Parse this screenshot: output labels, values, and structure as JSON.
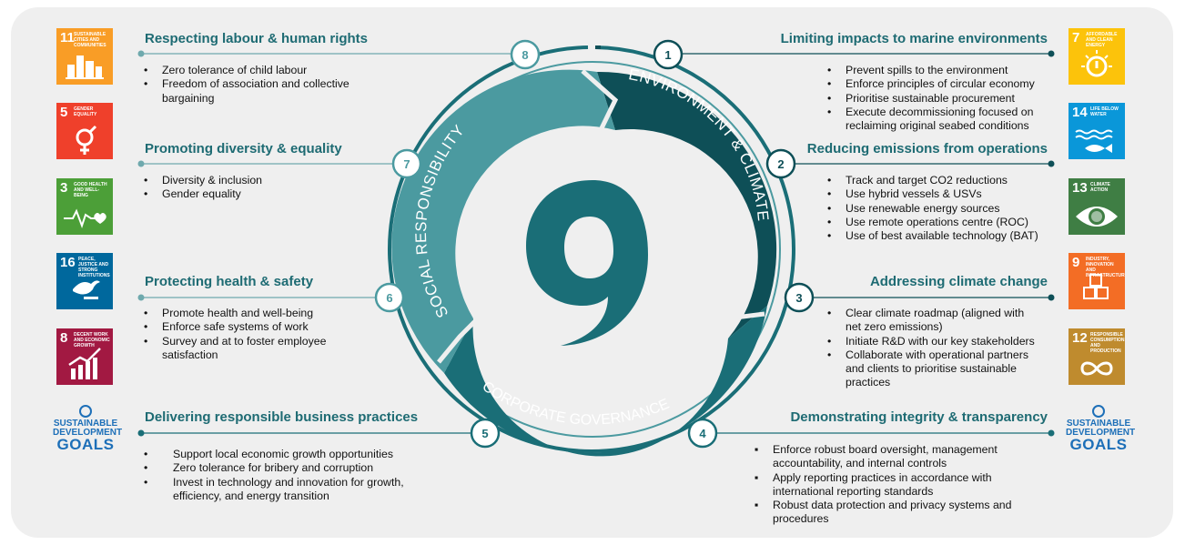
{
  "colors": {
    "teal_dark": "#0e4f57",
    "teal_mid": "#1a6e77",
    "teal_light": "#4b9aa0",
    "accent": "#1e6b73"
  },
  "sdg_left": [
    {
      "num": "11",
      "label": "SUSTAINABLE CITIES AND COMMUNITIES",
      "color": "#f99d26",
      "icon": "city-icon"
    },
    {
      "num": "5",
      "label": "GENDER EQUALITY",
      "color": "#ef402b",
      "icon": "gender-icon"
    },
    {
      "num": "3",
      "label": "GOOD HEALTH AND WELL-BEING",
      "color": "#4c9f38",
      "icon": "heartbeat-icon"
    },
    {
      "num": "16",
      "label": "PEACE, JUSTICE AND STRONG INSTITUTIONS",
      "color": "#00689d",
      "icon": "dove-icon"
    },
    {
      "num": "8",
      "label": "DECENT WORK AND ECONOMIC GROWTH",
      "color": "#a21942",
      "icon": "growth-chart-icon"
    }
  ],
  "sdg_right": [
    {
      "num": "7",
      "label": "AFFORDABLE AND CLEAN ENERGY",
      "color": "#fcc30b",
      "icon": "sun-power-icon"
    },
    {
      "num": "14",
      "label": "LIFE BELOW WATER",
      "color": "#0a97d9",
      "icon": "fish-icon"
    },
    {
      "num": "13",
      "label": "CLIMATE ACTION",
      "color": "#3f7e44",
      "icon": "eye-globe-icon"
    },
    {
      "num": "9",
      "label": "INDUSTRY, INNOVATION AND INFRASTRUCTURE",
      "color": "#f36d25",
      "icon": "cubes-icon"
    },
    {
      "num": "12",
      "label": "RESPONSIBLE CONSUMPTION AND PRODUCTION",
      "color": "#bf8b2e",
      "icon": "infinity-icon"
    }
  ],
  "goals_logo": {
    "line1": "SUSTAINABLE",
    "line2": "DEVELOPMENT",
    "line3": "GOALS"
  },
  "ring": {
    "segments": [
      "ENVIRONMENT & CLIMATE",
      "CORPORATE GOVERNANCE",
      "SOCIAL RESPONSIBILITY"
    ]
  },
  "pillars": [
    {
      "n": "1",
      "title": "Limiting impacts to marine environments",
      "items": [
        "Prevent spills to the environment",
        "Enforce principles of circular economy",
        "Prioritise sustainable procurement",
        "Execute decommissioning focused on reclaiming original seabed conditions"
      ]
    },
    {
      "n": "2",
      "title": "Reducing emissions from operations",
      "items": [
        "Track and target CO2 reductions",
        "Use hybrid vessels & USVs",
        "Use renewable energy sources",
        "Use remote operations centre (ROC)",
        "Use of best available technology (BAT)"
      ]
    },
    {
      "n": "3",
      "title": "Addressing climate change",
      "items": [
        "Clear climate roadmap (aligned with net zero emissions)",
        "Initiate R&D with our key stakeholders",
        "Collaborate with operational partners and clients to prioritise sustainable practices"
      ]
    },
    {
      "n": "4",
      "title": "Demonstrating integrity & transparency",
      "items": [
        "Enforce robust board oversight, management accountability, and internal controls",
        "Apply reporting practices in accordance with international reporting standards",
        "Robust data protection and privacy systems and procedures"
      ]
    },
    {
      "n": "5",
      "title": "Delivering responsible business practices",
      "items": [
        "Support local economic growth opportunities",
        "Zero tolerance for bribery and corruption",
        "Invest in technology and innovation for growth, efficiency, and energy transition"
      ]
    },
    {
      "n": "6",
      "title": "Protecting health & safety",
      "items": [
        "Promote health and well-being",
        "Enforce safe systems of work",
        "Survey and at to foster employee satisfaction"
      ]
    },
    {
      "n": "7",
      "title": "Promoting diversity & equality",
      "items": [
        "Diversity & inclusion",
        "Gender equality"
      ]
    },
    {
      "n": "8",
      "title": "Respecting labour & human rights",
      "items": [
        "Zero tolerance of child labour",
        "Freedom of association and collective bargaining"
      ]
    }
  ]
}
